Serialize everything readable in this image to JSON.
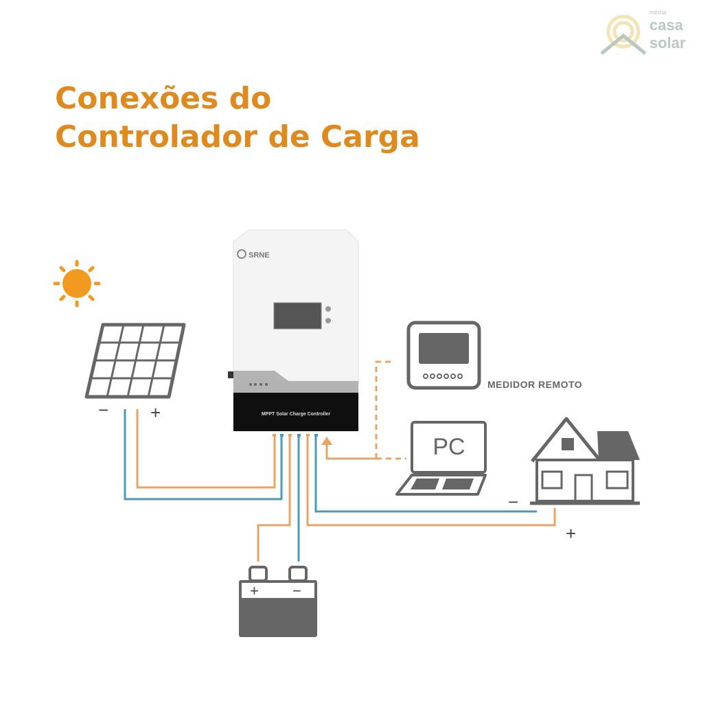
{
  "title": {
    "line1": "Conexões do",
    "line2": "Controlador de Carga"
  },
  "logo": {
    "small": "minha",
    "line1": "casa",
    "line2": "solar"
  },
  "controller": {
    "brand": "SRNE",
    "model_label": "MPPT Solar Charge Controller"
  },
  "labels": {
    "remote_meter": "MEDIDOR REMOTO",
    "pc": "PC",
    "panel_minus": "−",
    "panel_plus": "+",
    "battery_plus": "+",
    "battery_minus": "−",
    "load_minus": "−",
    "load_plus": "+"
  },
  "colors": {
    "accent": "#df8a1f",
    "positive_wire": "#e8a465",
    "negative_wire": "#4a9bb8",
    "icon_gray": "#666666"
  }
}
